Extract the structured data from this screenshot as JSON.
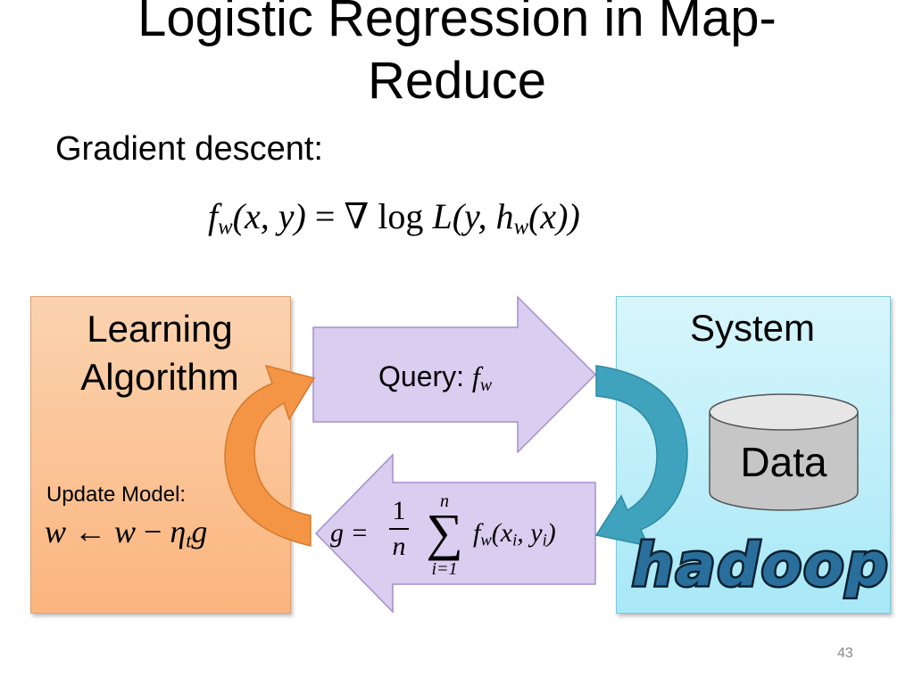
{
  "slide": {
    "title_line1": "Logistic Regression in Map-",
    "title_line2": "Reduce",
    "subtitle": "Gradient descent:",
    "page_number": "43"
  },
  "formula": {
    "lhs": "f",
    "lhs_sub": "w",
    "args": "(x, y)",
    "eq": " = ∇ log ",
    "L": "L",
    "rest1": "(y, h",
    "h_sub": "w",
    "rest2": "(x))"
  },
  "learning_box": {
    "title_line1": "Learning",
    "title_line2": "Algorithm",
    "update_label": "Update Model:",
    "update_w": "w",
    "update_arrow": " ← ",
    "update_w2": "w",
    "update_minus": " − ",
    "update_eta": "η",
    "update_eta_sub": "t",
    "update_g": "g"
  },
  "query_arrow": {
    "label": "Query: ",
    "f": "f",
    "f_sub": "w"
  },
  "result_arrow": {
    "g_eq": "g =",
    "numerator": "1",
    "denominator": "n",
    "sum_top": "n",
    "sum_symbol": "∑",
    "sum_bottom": "i=1",
    "term_f": "f",
    "term_f_sub": "w",
    "term_args_open": "(x",
    "term_xi_sub": "i",
    "term_comma": ", y",
    "term_yi_sub": "i",
    "term_close": ")"
  },
  "system_box": {
    "title": "System",
    "data_label": "Data",
    "logo_text": "hadoop"
  },
  "colors": {
    "learning_box": "#fbc89a",
    "system_box": "#c4f0fa",
    "arrow_fill": "#d9cdf0",
    "arrow_stroke": "#a48fcf",
    "orange_arrow": "#f39545",
    "teal_arrow": "#3fa3bd",
    "cylinder": "#c8c8c8"
  }
}
